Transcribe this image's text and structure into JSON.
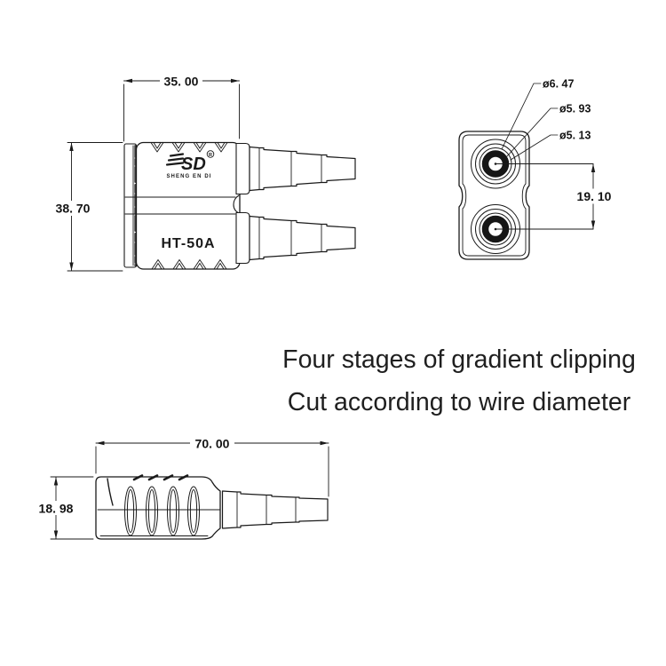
{
  "captions": {
    "line1": "Four stages of gradient clipping",
    "line2": "Cut according to wire diameter"
  },
  "side_view": {
    "width_dim": "35. 00",
    "height_dim": "38. 70",
    "model": "HT-50A",
    "logo_glyph": "SD",
    "registered_mark": "R",
    "brand_name": "SHENG EN DI"
  },
  "front_view": {
    "diameter_outer": "ø6. 47",
    "diameter_mid": "ø5. 93",
    "diameter_inner": "ø5. 13",
    "pitch_dim": "19. 10"
  },
  "bottom_view": {
    "length_dim": "70. 00",
    "height_dim": "18. 98"
  },
  "colors": {
    "line": "#1a1a1a",
    "text": "#141414",
    "background": "#ffffff"
  }
}
